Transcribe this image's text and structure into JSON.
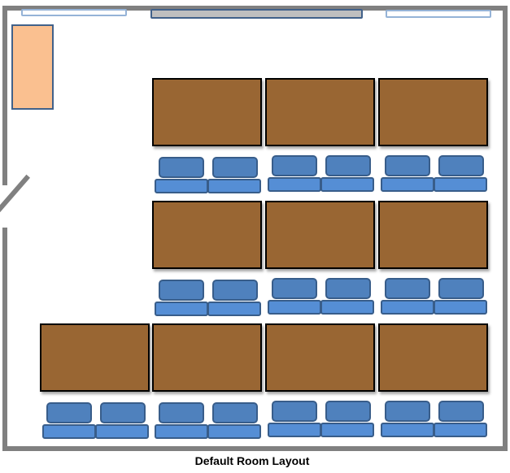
{
  "caption": "Default Room Layout",
  "colors": {
    "wall": "#808080",
    "table": "#996633",
    "chair": "#4F81BD",
    "cabinet": "#FAC090",
    "window": "#95B3D7"
  },
  "tables": {
    "rows": 3,
    "columns_per_row": [
      3,
      3,
      4
    ]
  },
  "chairs_per_table": 2
}
